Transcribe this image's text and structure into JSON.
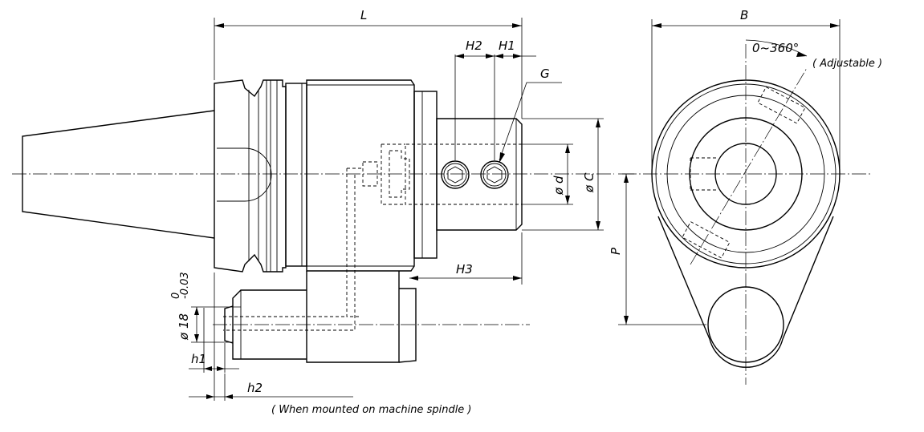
{
  "labels": {
    "L": "L",
    "H1": "H1",
    "H2": "H2",
    "G": "G",
    "d": "ø d",
    "C": "ø C",
    "H3": "H3",
    "B": "B",
    "P": "P",
    "angle": "0~360°",
    "adjustable": "( Adjustable )",
    "dia18": "ø 18",
    "tol_upper": "0",
    "tol_lower": "-0.03",
    "h1": "h1",
    "h2": "h2",
    "note": "( When mounted on machine spindle )"
  }
}
